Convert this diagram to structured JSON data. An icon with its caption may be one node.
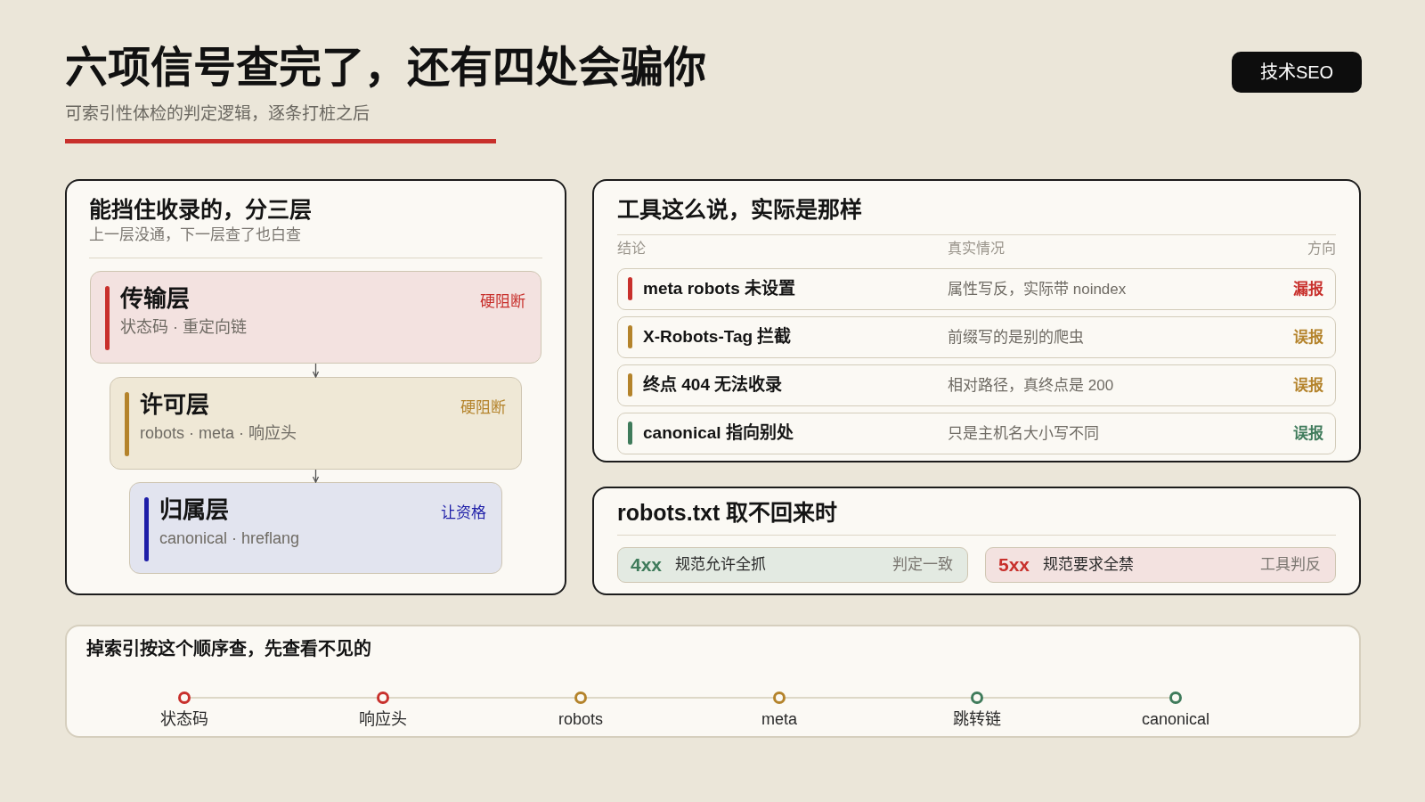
{
  "diagram": {
    "title": "六项信号查完了，还有四处会骗你",
    "nodes": [
      {
        "text": [
          "能挡住收录的，分三层",
          "上一层没通，下一层查了也白查"
        ]
      },
      {
        "text": [
          "传输层",
          "状态码 · 重定向链",
          "硬阻断"
        ],
        "in": 0
      },
      {
        "text": [
          "许可层",
          "robots · meta · 响应头",
          "硬阻断"
        ],
        "in": 0
      },
      {
        "text": [
          "归属层",
          "canonical · hreflang",
          "让资格"
        ],
        "in": 0
      },
      {
        "text": [
          "工具这么说，实际是那样",
          "结论",
          "真实情况",
          "方向"
        ]
      },
      {
        "text": [
          "meta robots 未设置",
          "属性写反，实际带 noindex",
          "漏报"
        ],
        "in": 4
      },
      {
        "text": [
          "X-Robots-Tag 拦截",
          "前缀写的是别的爬虫",
          "误报"
        ],
        "in": 4
      },
      {
        "text": [
          "终点 404 无法收录",
          "相对路径，真终点是 200",
          "误报"
        ],
        "in": 4
      },
      {
        "text": [
          "canonical 指向别处",
          "只是主机名大小写不同",
          "误报"
        ],
        "in": 4
      },
      {
        "text": [
          "robots.txt 取不回来时"
        ]
      },
      {
        "text": [
          "4xx",
          "规范允许全抓",
          "判定一致"
        ],
        "in": 9
      },
      {
        "text": [
          "5xx",
          "规范要求全禁",
          "工具判反"
        ],
        "in": 9
      },
      {
        "text": [
          "掉索引按这个顺序查，先查看不见的"
        ]
      },
      {
        "text": [],
        "shape": "circle",
        "beside": [
          "状态码"
        ],
        "in": 12
      },
      {
        "text": [],
        "shape": "circle",
        "beside": [
          "响应头"
        ],
        "in": 12
      },
      {
        "text": [],
        "shape": "circle",
        "beside": [
          "robots"
        ],
        "in": 12
      },
      {
        "text": [],
        "shape": "circle",
        "beside": [
          "meta"
        ],
        "in": 12
      },
      {
        "text": [],
        "shape": "circle",
        "beside": [
          "跳转链"
        ],
        "in": 12
      },
      {
        "text": [],
        "shape": "circle",
        "beside": [
          "canonical"
        ],
        "in": 12
      }
    ],
    "edges": [
      {
        "from": 1,
        "to": 2,
        "arrow": "to",
        "color": "#555555"
      },
      {
        "from": 2,
        "to": 3,
        "arrow": "to",
        "color": "#555555"
      },
      {
        "from": 13,
        "to": 14,
        "arrow": "none"
      },
      {
        "from": 14,
        "to": 15,
        "arrow": "none"
      },
      {
        "from": 15,
        "to": 16,
        "arrow": "none"
      },
      {
        "from": 16,
        "to": 17,
        "arrow": "none"
      },
      {
        "from": 17,
        "to": 18,
        "arrow": "none"
      }
    ],
    "labels": [
      "技术SEO",
      "可索引性体检的判定逻辑，逐条打桩之后"
    ]
  }
}
